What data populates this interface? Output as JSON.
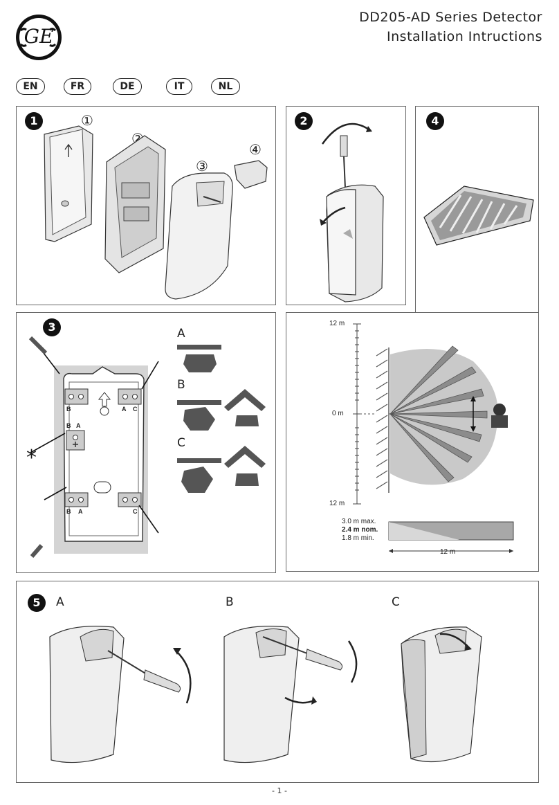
{
  "header": {
    "logo_text": "GE",
    "title_line1": "DD205-AD Series Detector",
    "title_line2": "Installation Intructions"
  },
  "languages": [
    "EN",
    "FR",
    "DE",
    "IT",
    "NL"
  ],
  "steps": {
    "s1": {
      "badge": "1",
      "parts": [
        "①",
        "②",
        "③",
        "④"
      ]
    },
    "s2": {
      "badge": "2"
    },
    "s3": {
      "badge": "3",
      "star": "*",
      "options": [
        "A",
        "B",
        "C"
      ],
      "hole_labels": {
        "top_left": "B",
        "top_right_a": "A",
        "top_right_c": "C",
        "mid_b": "B",
        "mid_a": "A",
        "bottom_left_b": "B",
        "bottom_left_a": "A",
        "bottom_right": "C"
      }
    },
    "s4": {
      "badge": "4"
    },
    "s5": {
      "badge": "5",
      "labels": [
        "A",
        "B",
        "C"
      ]
    }
  },
  "coverage": {
    "top_label": "12 m",
    "mid_label": "0 m",
    "bottom_label": "12 m",
    "height_max": "3.0 m max.",
    "height_nom": "2.4 m nom.",
    "height_min": "1.8 m min.",
    "range": "12 m"
  },
  "footer": {
    "page": "- 1 -"
  }
}
